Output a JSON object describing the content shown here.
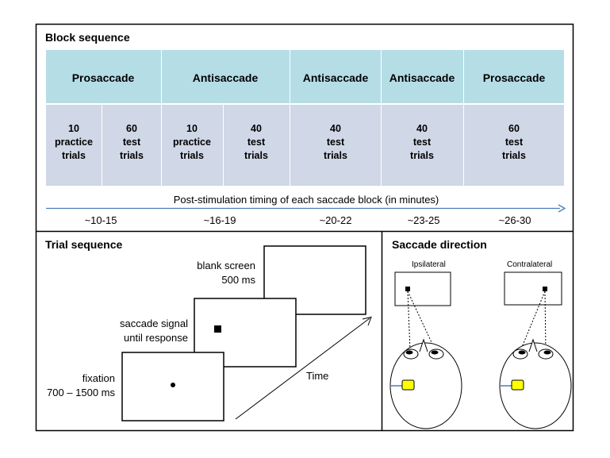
{
  "block_panel": {
    "title": "Block sequence",
    "header_color": "#b5dde6",
    "body_color": "#d0d7e6",
    "headers": [
      "Prosaccade",
      "Antisaccade",
      "Antisaccade",
      "Antisaccade",
      "Prosaccade"
    ],
    "cells": [
      [
        "10",
        "practice",
        "trials"
      ],
      [
        "60",
        "test",
        "trials"
      ],
      [
        "10",
        "practice",
        "trials"
      ],
      [
        "40",
        "test",
        "trials"
      ],
      [
        "40",
        "test",
        "trials"
      ],
      [
        "40",
        "test",
        "trials"
      ],
      [
        "60",
        "test",
        "trials"
      ]
    ],
    "timeline_label": "Post-stimulation timing of each saccade block (in minutes)",
    "timeline_color": "#4a7ebb",
    "times": [
      "~10-15",
      "~16-19",
      "~20-22",
      "~23-25",
      "~26-30"
    ]
  },
  "trial_panel": {
    "title": "Trial sequence",
    "screens": [
      {
        "line1": "blank screen",
        "line2": "500 ms"
      },
      {
        "line1": "saccade signal",
        "line2": "until response"
      },
      {
        "line1": "fixation",
        "line2": "700 – 1500 ms"
      }
    ],
    "time_label": "Time"
  },
  "direction_panel": {
    "title": "Saccade direction",
    "ipsilateral_label": "Ipsilateral",
    "contralateral_label": "Contralateral",
    "coil_color": "#ffff00",
    "coil_line_color": "#4a7ebb"
  }
}
